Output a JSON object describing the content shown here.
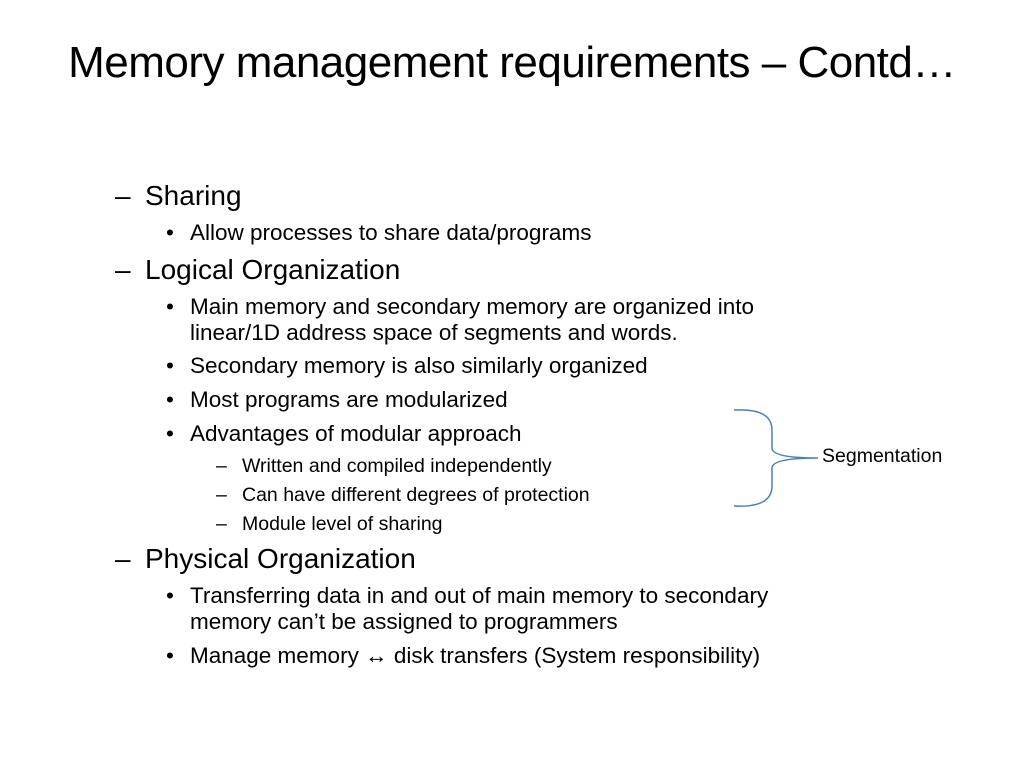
{
  "slide": {
    "title": "Memory management requirements – Contd…",
    "items": [
      {
        "level": 1,
        "marker": "–",
        "text": "Sharing"
      },
      {
        "level": 2,
        "marker": "•",
        "text": "Allow processes to share data/programs"
      },
      {
        "level": 1,
        "marker": "–",
        "text": "Logical Organization"
      },
      {
        "level": 2,
        "marker": "•",
        "text": "Main memory and secondary memory are organized into",
        "text2": "linear/1D address space of segments and words."
      },
      {
        "level": 2,
        "marker": "•",
        "text": "Secondary memory is also similarly organized"
      },
      {
        "level": 2,
        "marker": "•",
        "text": "Most programs are modularized"
      },
      {
        "level": 2,
        "marker": "•",
        "text": "Advantages of modular approach"
      },
      {
        "level": 3,
        "marker": "–",
        "text": "Written and compiled independently"
      },
      {
        "level": 3,
        "marker": "–",
        "text": "Can have different degrees of protection"
      },
      {
        "level": 3,
        "marker": "–",
        "text": "Module level of sharing"
      },
      {
        "level": 1,
        "marker": "–",
        "text": "Physical Organization"
      },
      {
        "level": 2,
        "marker": "•",
        "text": "Transferring data in and out of main memory to secondary",
        "text2": "memory can’t be assigned to programmers"
      },
      {
        "level": 2,
        "marker": "•",
        "text": "Manage memory ↔ disk transfers (System responsibility)"
      }
    ],
    "annotation": {
      "label": "Segmentation",
      "brace_color": "#4a7ebb"
    }
  }
}
